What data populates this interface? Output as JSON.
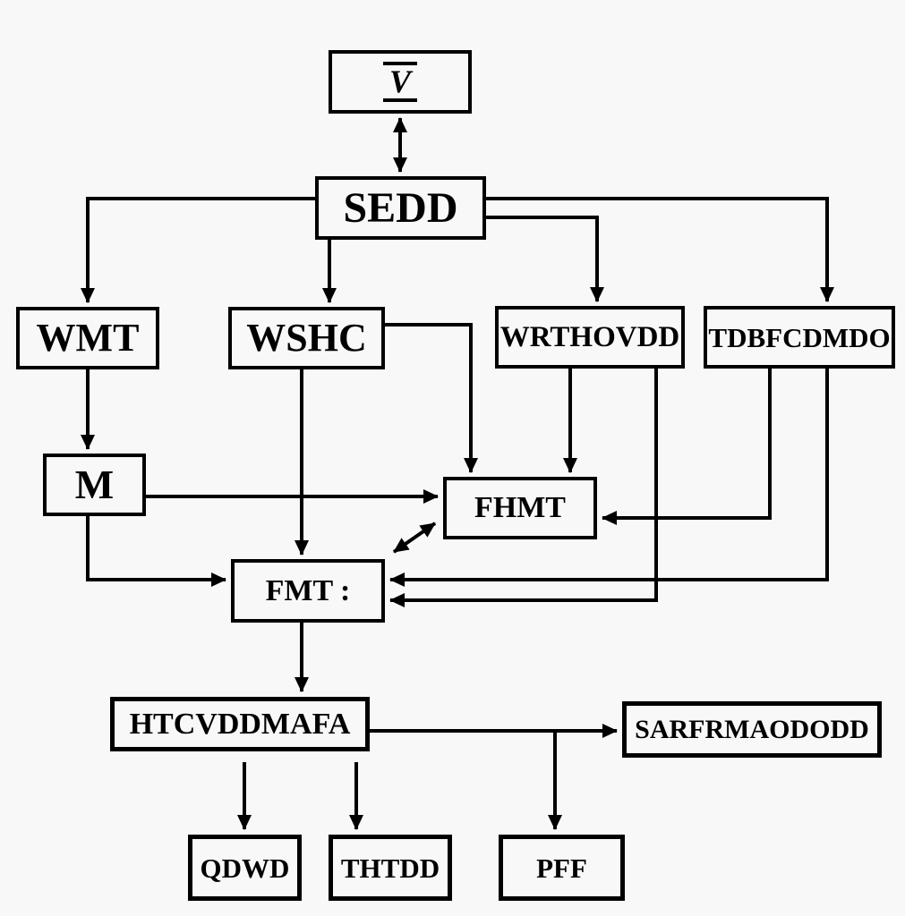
{
  "diagram": {
    "type": "flowchart",
    "background_color": "#f8f8f8",
    "line_color": "#000000",
    "text_color": "#000000",
    "nodes": {
      "vbar": {
        "label": "V",
        "decoration": "overbar-underbar-italic"
      },
      "sedd": {
        "label": "SEDD"
      },
      "wmt": {
        "label": "WMT"
      },
      "wshc": {
        "label": "WSHC"
      },
      "wrthovdd": {
        "label": "WRTHOVDD"
      },
      "tdbfcdmdo": {
        "label": "TDBFCDMDO"
      },
      "m": {
        "label": "M"
      },
      "fhmt": {
        "label": "FHMT"
      },
      "fmt": {
        "label": "FMT :"
      },
      "htcvddmafa": {
        "label": "HTCVDDMAFA"
      },
      "sarfrmaododd": {
        "label": "SARFRMAODODD"
      },
      "qdwd": {
        "label": "QDWD"
      },
      "thtdd": {
        "label": "THTDD"
      },
      "pff": {
        "label": "PFF"
      }
    },
    "edges": [
      {
        "from": "V",
        "to": "SEDD",
        "bidirectional": true
      },
      {
        "from": "SEDD",
        "to": "WMT",
        "bidirectional": false
      },
      {
        "from": "SEDD",
        "to": "WSHC",
        "bidirectional": false
      },
      {
        "from": "SEDD",
        "to": "WRTHOVDD",
        "bidirectional": false
      },
      {
        "from": "SEDD",
        "to": "TDBFCDMDO",
        "bidirectional": false
      },
      {
        "from": "WMT",
        "to": "M",
        "bidirectional": false
      },
      {
        "from": "WSHC",
        "to": "FHMT",
        "bidirectional": false
      },
      {
        "from": "WSHC",
        "to": "FMT",
        "bidirectional": false
      },
      {
        "from": "WRTHOVDD",
        "to": "FHMT",
        "bidirectional": false
      },
      {
        "from": "WRTHOVDD",
        "to": "FMT",
        "bidirectional": false
      },
      {
        "from": "TDBFCDMDO",
        "to": "FHMT",
        "bidirectional": false
      },
      {
        "from": "TDBFCDMDO",
        "to": "FMT",
        "bidirectional": false
      },
      {
        "from": "M",
        "to": "FHMT",
        "bidirectional": false
      },
      {
        "from": "M",
        "to": "FMT",
        "bidirectional": false
      },
      {
        "from": "FHMT",
        "to": "FMT",
        "bidirectional": true
      },
      {
        "from": "FMT",
        "to": "HTCVDDMAFA",
        "bidirectional": false
      },
      {
        "from": "HTCVDDMAFA",
        "to": "SARFRMAODODD",
        "bidirectional": false
      },
      {
        "from": "HTCVDDMAFA",
        "to": "QDWD",
        "bidirectional": false
      },
      {
        "from": "HTCVDDMAFA",
        "to": "THTDD",
        "bidirectional": false
      },
      {
        "from": "HTCVDDMAFA",
        "to": "PFF",
        "bidirectional": false
      }
    ]
  }
}
